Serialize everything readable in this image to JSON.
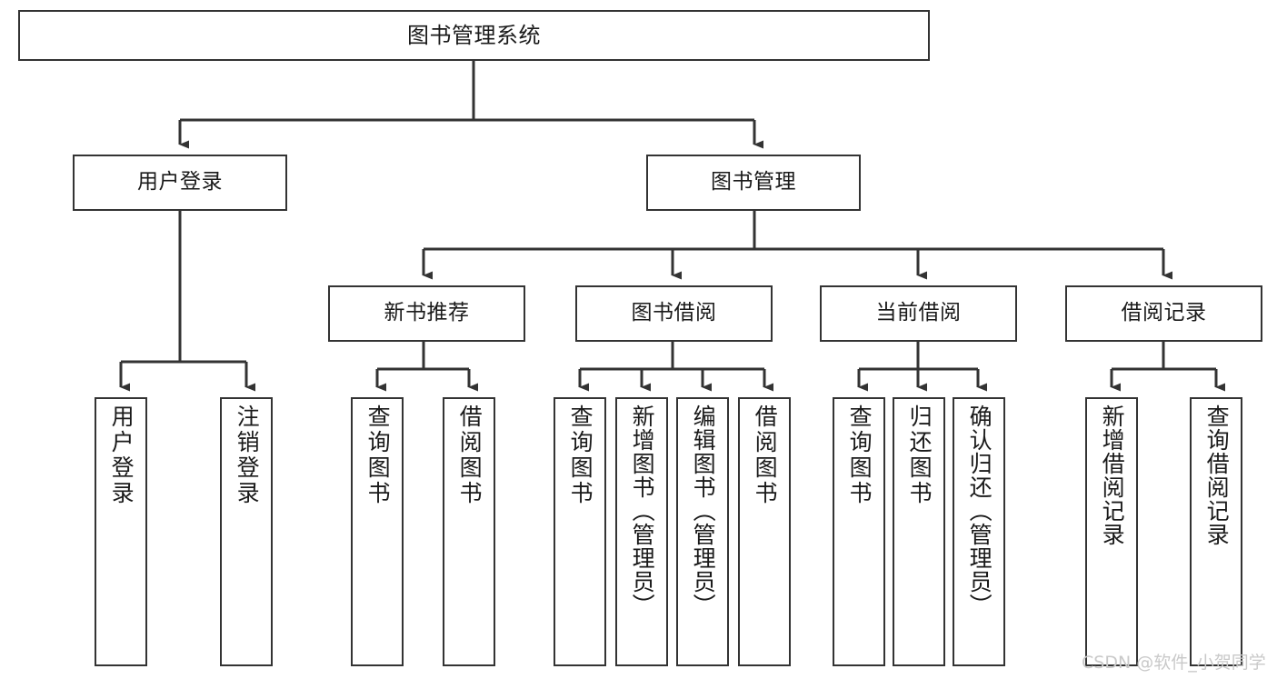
{
  "diagram": {
    "title": "图书管理系统",
    "type": "tree-structure-chart",
    "line_color": "#333333",
    "box_fill": "#ffffff",
    "text_color": "#1a1a1a"
  },
  "nodes": {
    "root": {
      "label": "图书管理系统"
    },
    "level2": [
      {
        "label": "用户登录"
      },
      {
        "label": "图书管理"
      }
    ],
    "level3": [
      {
        "label": "新书推荐"
      },
      {
        "label": "图书借阅"
      },
      {
        "label": "当前借阅"
      },
      {
        "label": "借阅记录"
      }
    ],
    "leaves_user_login": [
      {
        "label": "用户登录"
      },
      {
        "label": "注销登录"
      }
    ],
    "leaves_new_book": [
      {
        "label": "查询图书"
      },
      {
        "label": "借阅图书"
      }
    ],
    "leaves_borrow": [
      {
        "label": "查询图书"
      },
      {
        "label": "新增图书（管理员）"
      },
      {
        "label": "编辑图书（管理员）"
      },
      {
        "label": "借阅图书"
      }
    ],
    "leaves_current": [
      {
        "label": "查询图书"
      },
      {
        "label": "归还图书"
      },
      {
        "label": "确认归还（管理员）"
      }
    ],
    "leaves_records": [
      {
        "label": "新增借阅记录"
      },
      {
        "label": "查询借阅记录"
      }
    ]
  },
  "watermark": {
    "text": "CSDN @软件_小贺同学"
  }
}
